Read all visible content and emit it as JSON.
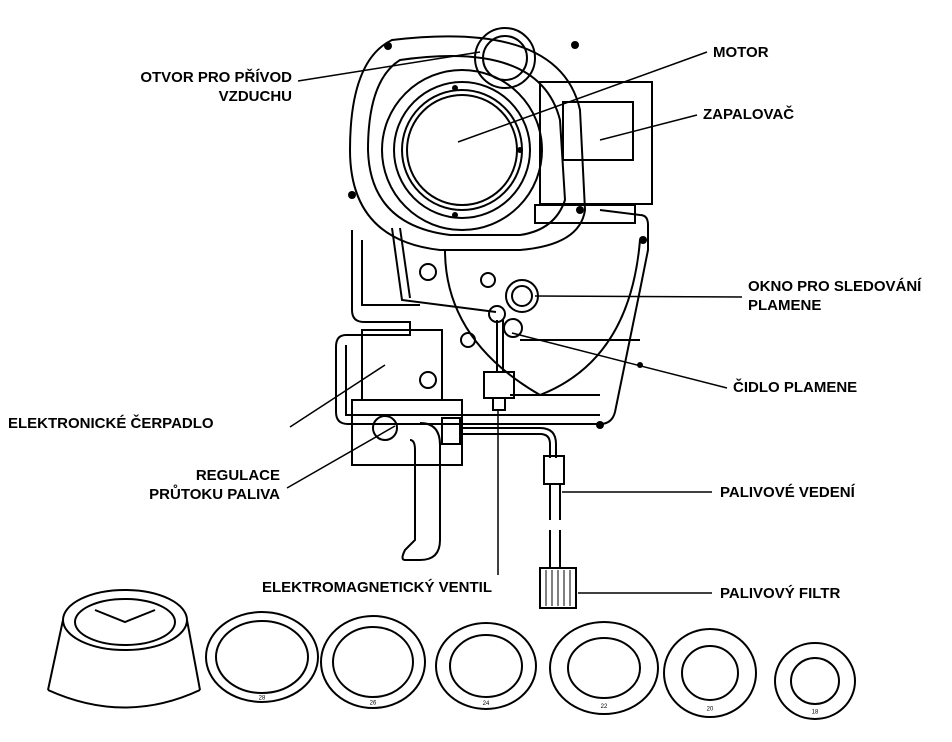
{
  "labels": {
    "air_inlet": [
      "OTVOR PRO PŘÍVOD",
      "VZDUCHU"
    ],
    "motor": "MOTOR",
    "igniter": "ZAPALOVAČ",
    "flame_window": [
      "OKNO PRO SLEDOVÁNÍ",
      "PLAMENE"
    ],
    "flame_sensor": "ČIDLO PLAMENE",
    "pump": "ELEKTRONICKÉ ČERPADLO",
    "flow_regulation": [
      "REGULACE",
      "PRŮTOKU PALIVA"
    ],
    "fuel_line": "PALIVOVÉ VEDENÍ",
    "solenoid_valve": "ELEKTROMAGNETICKÝ VENTIL",
    "fuel_filter": "PALIVOVÝ FILTR"
  },
  "rings": [
    "28",
    "26",
    "24",
    "22",
    "20",
    "18"
  ]
}
